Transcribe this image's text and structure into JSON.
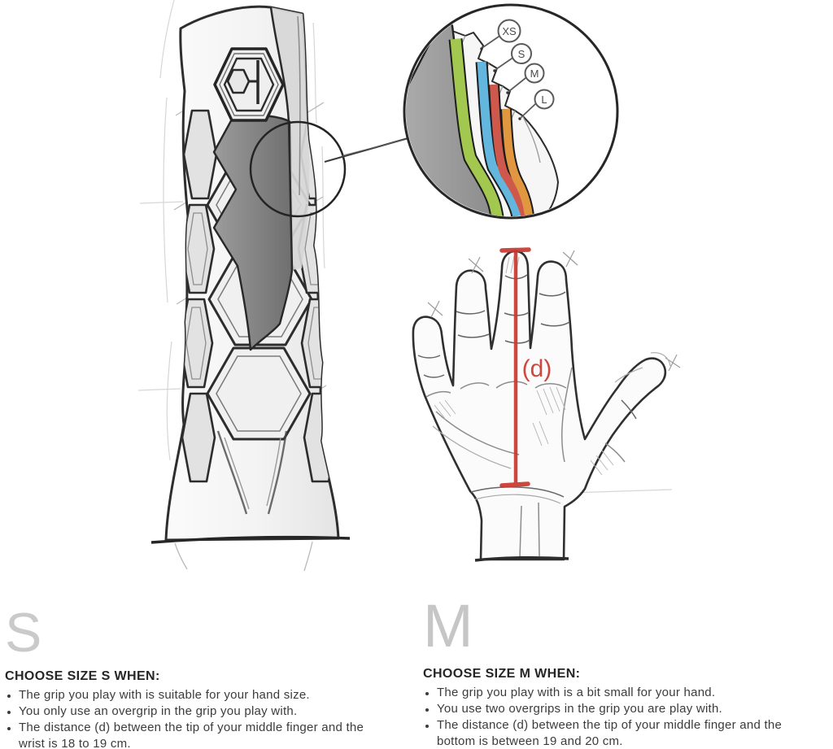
{
  "colors": {
    "layer_green": "#a2c84f",
    "layer_blue": "#63b6dd",
    "layer_red": "#cf584c",
    "layer_orange": "#e0973f",
    "measure_red": "#c9382e",
    "sketch_dark": "#2e2e2e",
    "letter_grey": "#cacaca"
  },
  "grip_detail": {
    "size_labels": [
      "XS",
      "S",
      "M",
      "L"
    ]
  },
  "hand_diagram": {
    "distance_label": "(d)"
  },
  "size_sections": [
    {
      "letter": "S",
      "heading": "CHOOSE SIZE S WHEN:",
      "bullets": [
        "The grip you play with is suitable for your hand size.",
        "You only use an overgrip in the grip you play with.",
        "The distance (d) between the tip of your middle finger and the\nwrist is 18 to 19 cm."
      ]
    },
    {
      "letter": "M",
      "heading": "CHOOSE SIZE M WHEN:",
      "bullets": [
        "The grip you play with is a bit small for your hand.",
        "You use two overgrips in the grip you are play with.",
        "The distance (d) between the tip of your middle finger and the\nbottom is between 19 and 20 cm."
      ]
    }
  ]
}
